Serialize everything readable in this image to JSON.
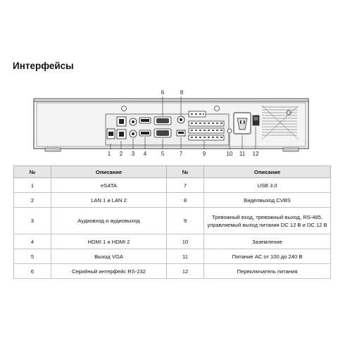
{
  "heading": "Интерфейсы",
  "callouts": [
    "1",
    "2",
    "3",
    "4",
    "5",
    "6",
    "7",
    "8",
    "9",
    "10",
    "11",
    "12"
  ],
  "table": {
    "headers": [
      "№",
      "Описание",
      "№",
      "Описание"
    ],
    "rows": [
      {
        "n1": "1",
        "d1": "eSATA",
        "n2": "7",
        "d2": "USB 3.0"
      },
      {
        "n1": "2",
        "d1": "LAN 1 и LAN 2",
        "n2": "8",
        "d2": "Видеовыход CVBS"
      },
      {
        "n1": "3",
        "d1": "Аудиовход и аудиовыход",
        "n2": "9",
        "d2": "Тревожный вход, тревожный выход, RS-485, управляемый выход питания DC 12 В и DC 12 В"
      },
      {
        "n1": "4",
        "d1": "HDMI 1 и HDMI 2",
        "n2": "10",
        "d2": "Заземление"
      },
      {
        "n1": "5",
        "d1": "Выход VGA",
        "n2": "11",
        "d2": "Питание AC от 100 до 240 В"
      },
      {
        "n1": "6",
        "d1": "Серийный интерфейс RS-232",
        "n2": "12",
        "d2": "Переключатель питания"
      }
    ]
  }
}
